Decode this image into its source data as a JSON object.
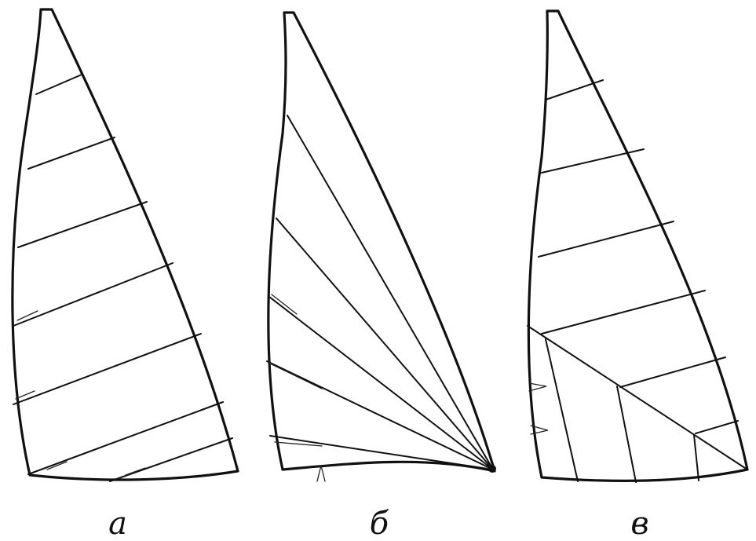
{
  "figure": {
    "panels": [
      {
        "id": "a",
        "label": "а",
        "panel_type": "horizontal-cut sail"
      },
      {
        "id": "b",
        "label": "б",
        "panel_type": "radial-cut sail"
      },
      {
        "id": "v",
        "label": "в",
        "panel_type": "mixed-cut sail"
      }
    ]
  }
}
